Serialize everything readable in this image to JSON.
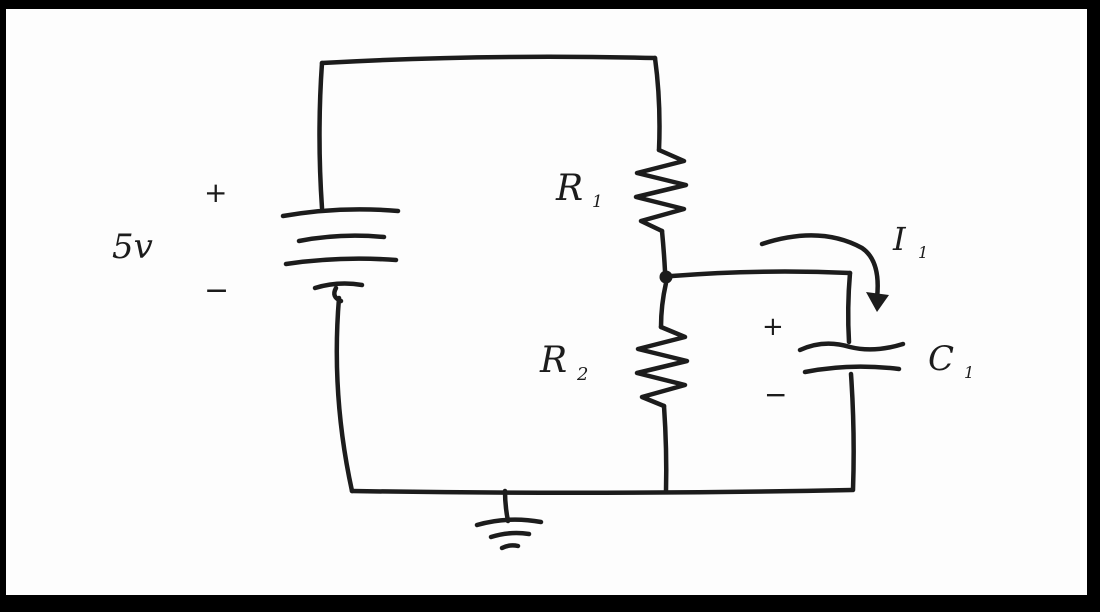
{
  "diagram": {
    "labels": {
      "source_value": "5v",
      "source_plus": "+",
      "source_minus": "−",
      "r1_main": "R",
      "r1_sub": "1",
      "r2_main": "R",
      "r2_sub": "2",
      "current_main": "I",
      "current_sub": "1",
      "cap_plus": "+",
      "cap_minus": "−",
      "cap_main": "C",
      "cap_sub": "1"
    },
    "colors": {
      "ink": "#1c1c1c",
      "paper": "#fdfdfd",
      "frame": "#000000"
    }
  }
}
